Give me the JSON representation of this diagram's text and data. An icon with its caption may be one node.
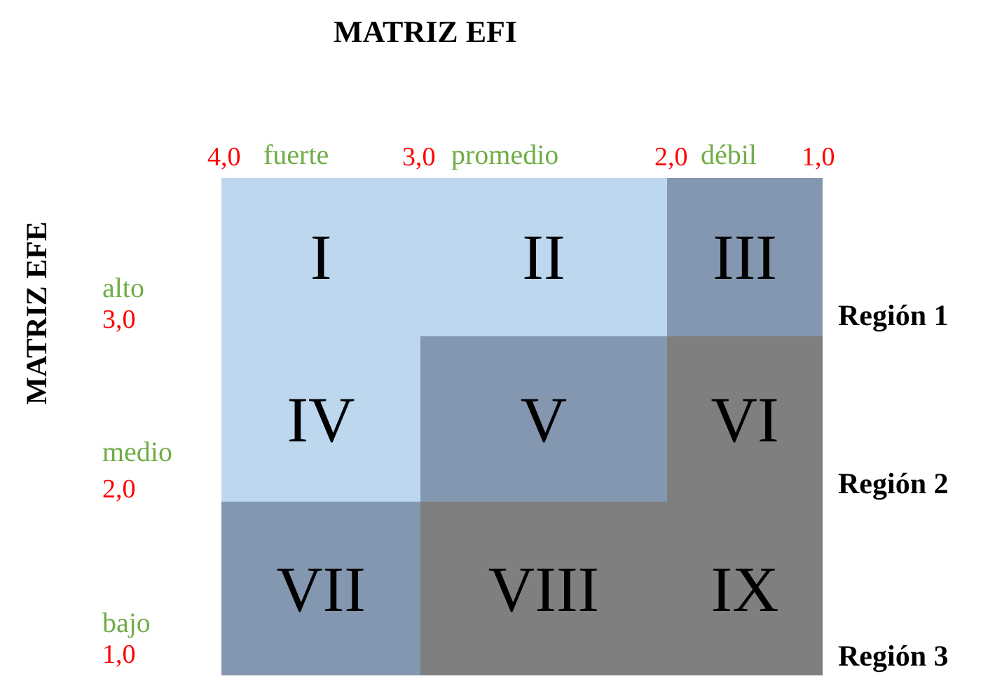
{
  "diagram": {
    "title": "MATRIZ EFI",
    "nodes": [
      {
        "text": [
          "I"
        ]
      },
      {
        "text": [
          "II"
        ]
      },
      {
        "text": [
          "III"
        ]
      },
      {
        "text": [
          "IV"
        ]
      },
      {
        "text": [
          "V"
        ]
      },
      {
        "text": [
          "VI"
        ]
      },
      {
        "text": [
          "VII"
        ]
      },
      {
        "text": [
          "VIII"
        ]
      },
      {
        "text": [
          "IX"
        ]
      }
    ],
    "labels": [
      "MATRIZ EFE",
      "4,0",
      "fuerte",
      "3,0",
      "promedio",
      "2,0",
      "débil",
      "1,0",
      "alto",
      "3,0",
      "Región 1",
      "medio",
      "2,0",
      "Región 2",
      "bajo",
      "1,0",
      "Región 3"
    ]
  }
}
